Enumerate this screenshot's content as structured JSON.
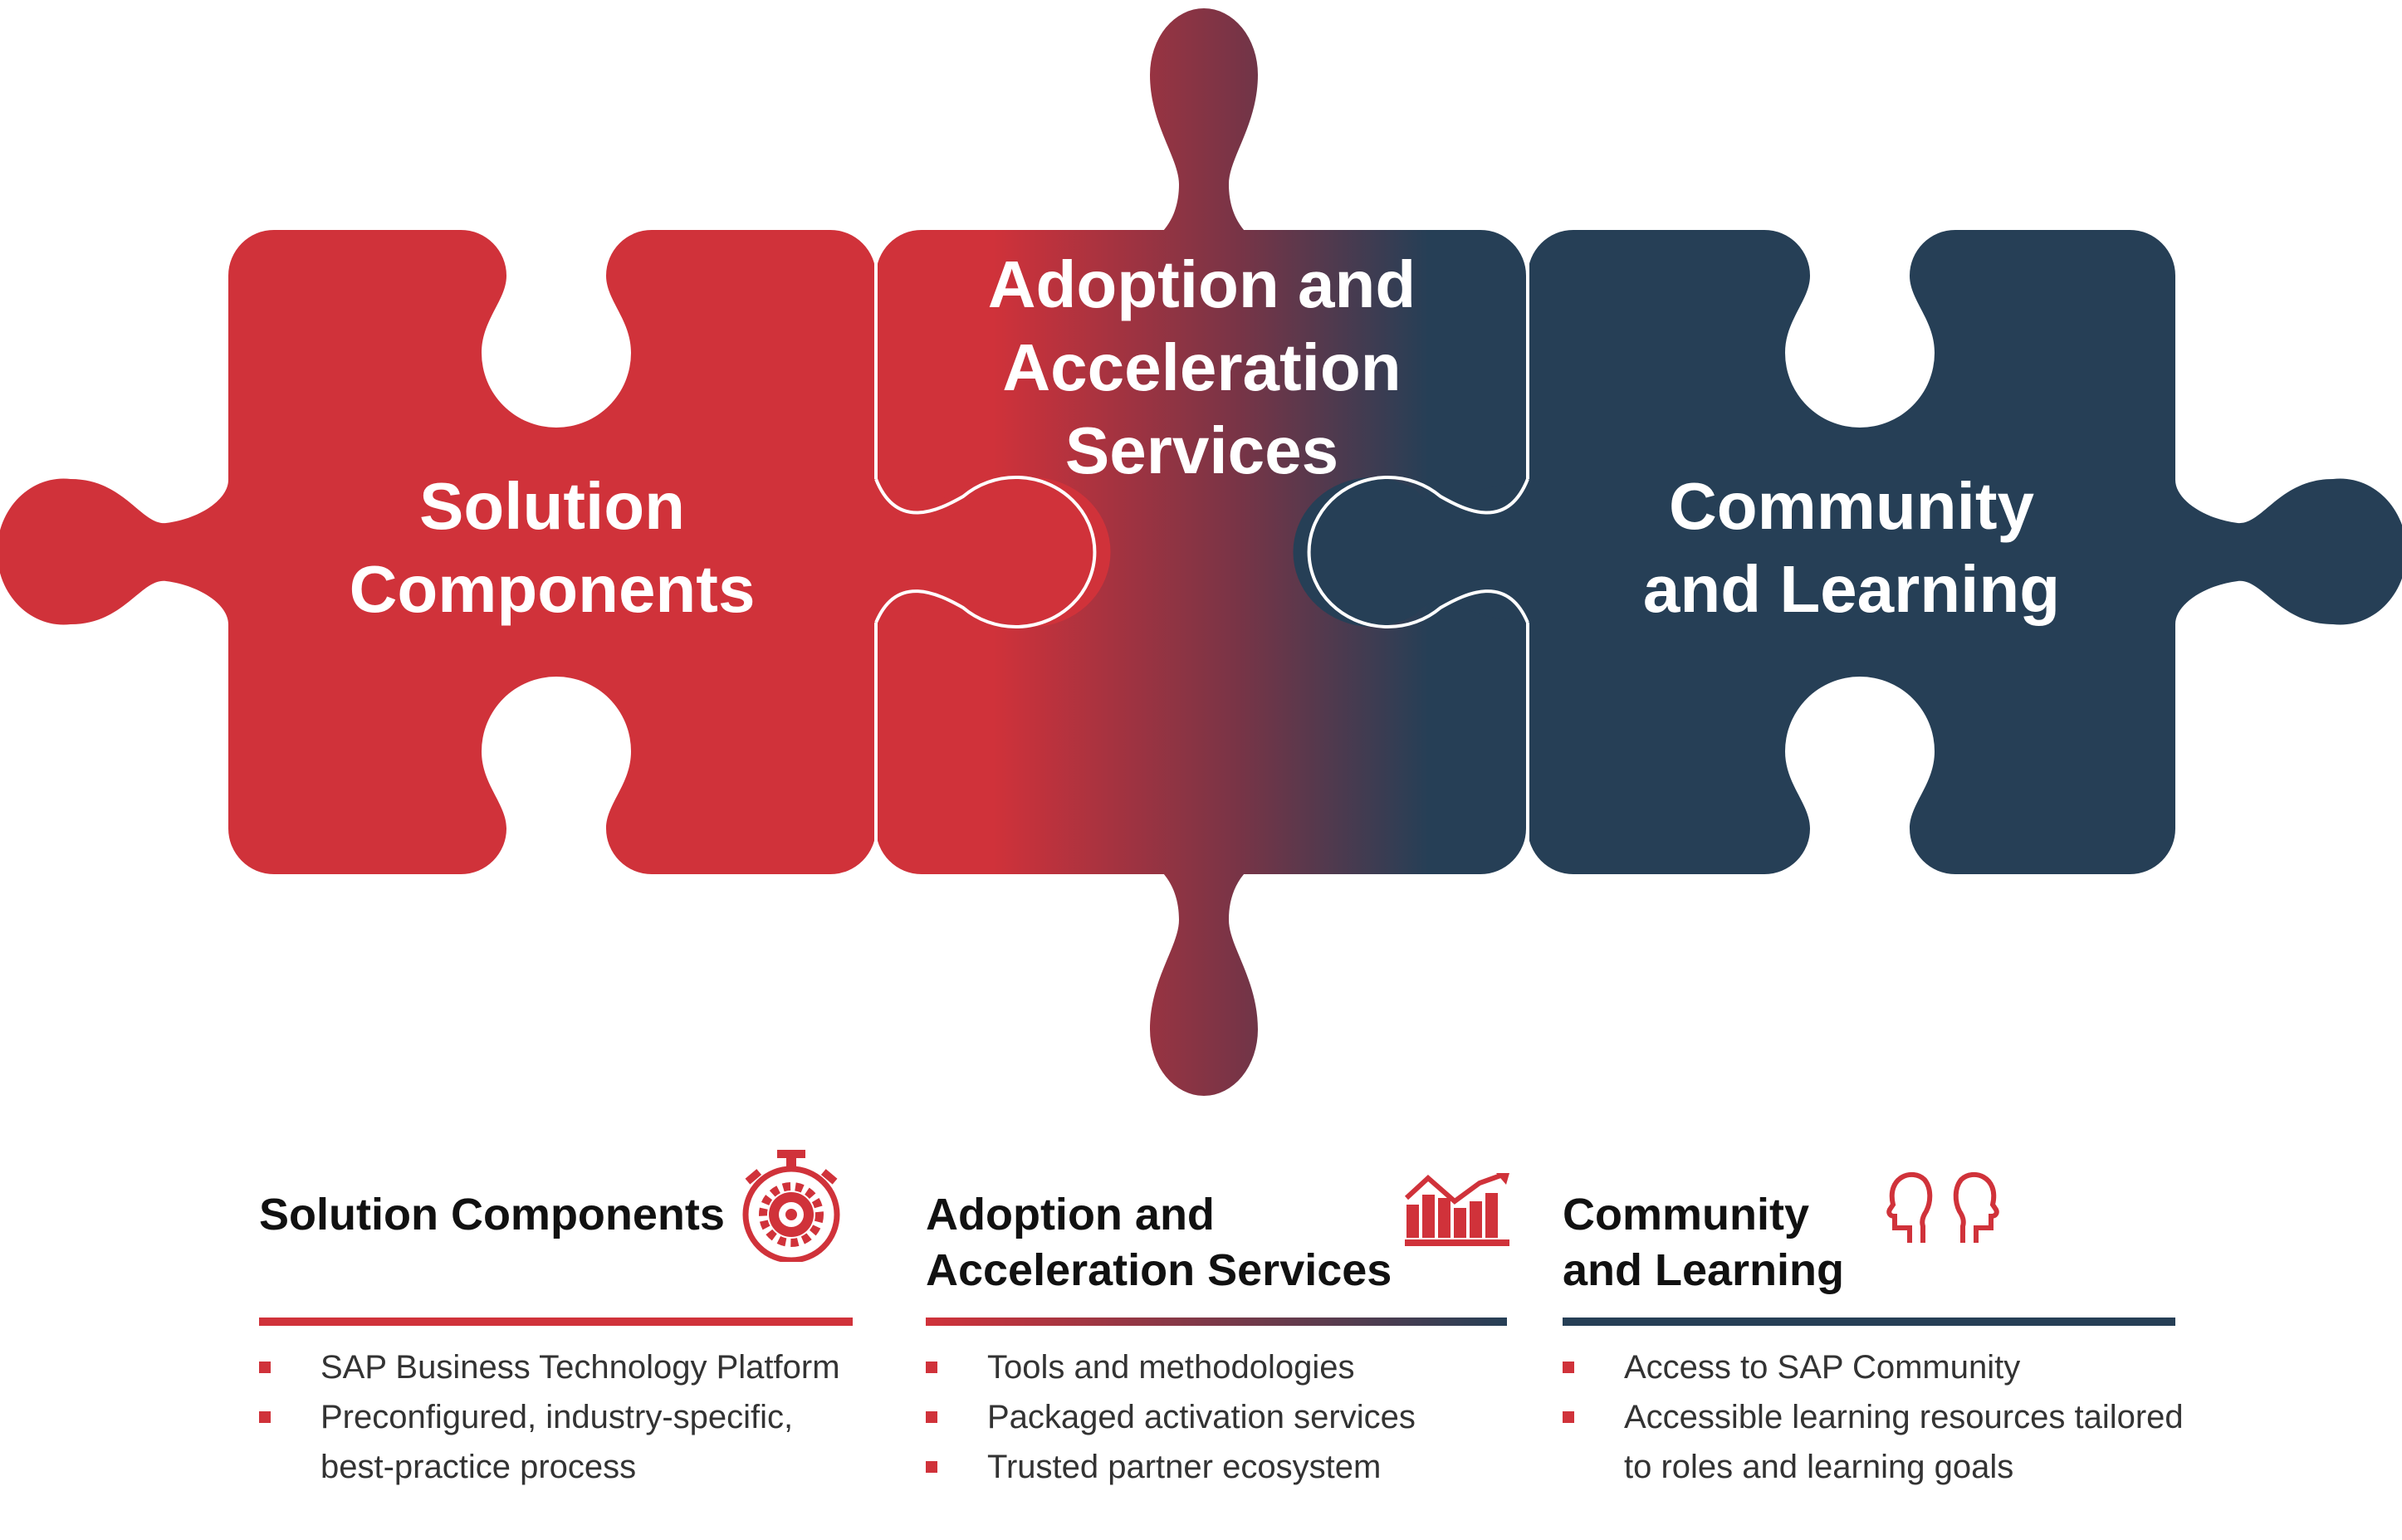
{
  "colors": {
    "red": "#d0323a",
    "navy": "#263f56",
    "text_dark": "#111111",
    "text_body": "#333333",
    "white": "#ffffff"
  },
  "puzzle": {
    "pieces": [
      {
        "id": "solution",
        "title_lines": [
          "Solution",
          "Components"
        ],
        "fill": "red"
      },
      {
        "id": "adoption",
        "title_lines": [
          "Adoption and",
          "Acceleration",
          "Services"
        ],
        "fill": "gradient"
      },
      {
        "id": "community",
        "title_lines": [
          "Community",
          "and Learning"
        ],
        "fill": "navy"
      }
    ]
  },
  "columns": [
    {
      "id": "solution",
      "title_lines": [
        "Solution Components"
      ],
      "icon": "stopwatch-gear-icon",
      "rule": "red",
      "items": [
        {
          "lines": [
            "SAP Business Technology Platform"
          ]
        },
        {
          "lines": [
            "Preconfigured, industry-specific,",
            "best-practice process"
          ]
        }
      ]
    },
    {
      "id": "adoption",
      "title_lines": [
        "Adoption and",
        "Acceleration Services"
      ],
      "icon": "growth-chart-icon",
      "rule": "gradient",
      "items": [
        {
          "lines": [
            "Tools and methodologies"
          ]
        },
        {
          "lines": [
            "Packaged activation services"
          ]
        },
        {
          "lines": [
            "Trusted partner ecosystem"
          ]
        }
      ]
    },
    {
      "id": "community",
      "title_lines": [
        "Community",
        "and Learning"
      ],
      "icon": "two-heads-icon",
      "rule": "navy",
      "items": [
        {
          "lines": [
            "Access to SAP Community"
          ]
        },
        {
          "lines": [
            "Accessible learning resources tailored",
            "to roles and learning goals"
          ]
        }
      ]
    }
  ]
}
